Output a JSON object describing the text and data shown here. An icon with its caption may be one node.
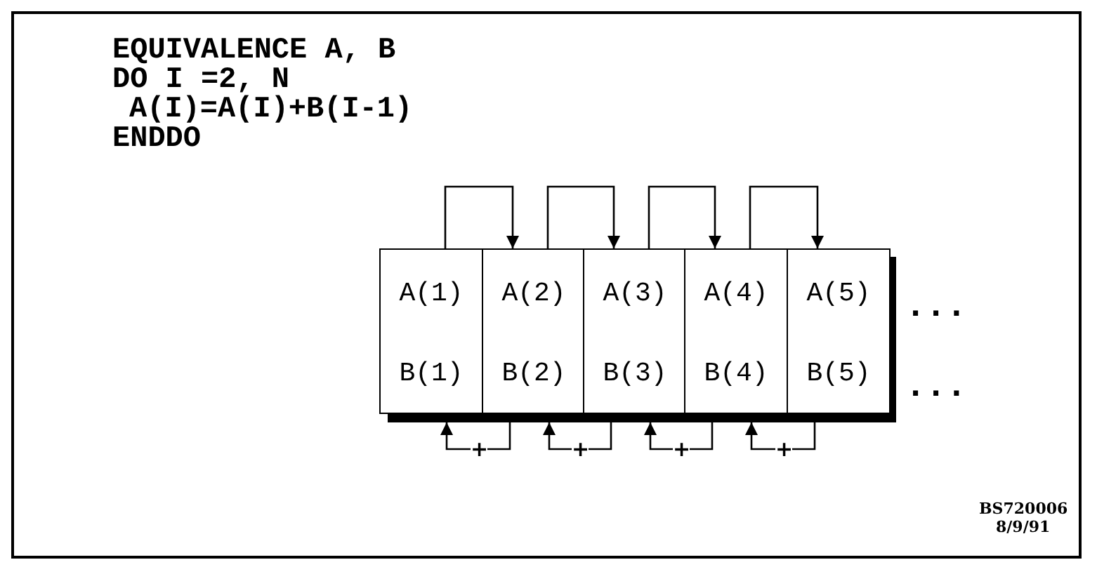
{
  "diagram": {
    "nodes": [
      {
        "text": [
          "A(1)",
          "B(1)"
        ]
      },
      {
        "text": [
          "A(2)",
          "B(2)"
        ]
      },
      {
        "text": [
          "A(3)",
          "B(3)"
        ]
      },
      {
        "text": [
          "A(4)",
          "B(4)"
        ]
      },
      {
        "text": [
          "A(5)",
          "B(5)"
        ]
      },
      {
        "text": [
          "+"
        ]
      },
      {
        "text": [
          "+"
        ]
      },
      {
        "text": [
          "+"
        ]
      },
      {
        "text": [
          "+"
        ]
      }
    ],
    "edges": [
      {
        "from": 0,
        "to": 1,
        "arrow": "to"
      },
      {
        "from": 1,
        "to": 2,
        "arrow": "to"
      },
      {
        "from": 2,
        "to": 3,
        "arrow": "to"
      },
      {
        "from": 3,
        "to": 4,
        "arrow": "to"
      },
      {
        "from": 1,
        "to": 5,
        "arrow": "none"
      },
      {
        "from": 5,
        "to": 0,
        "arrow": "to"
      },
      {
        "from": 2,
        "to": 6,
        "arrow": "none"
      },
      {
        "from": 6,
        "to": 1,
        "arrow": "to"
      },
      {
        "from": 3,
        "to": 7,
        "arrow": "none"
      },
      {
        "from": 7,
        "to": 2,
        "arrow": "to"
      },
      {
        "from": 4,
        "to": 8,
        "arrow": "none"
      },
      {
        "from": 8,
        "to": 3,
        "arrow": "to"
      }
    ],
    "labels": [
      "EQUIVALENCE A, B",
      "DO I =2, N",
      "A(I)=A(I)+B(I-1)",
      "ENDDO",
      ". . .",
      ". . .",
      "BS720006",
      "8/9/91"
    ]
  }
}
